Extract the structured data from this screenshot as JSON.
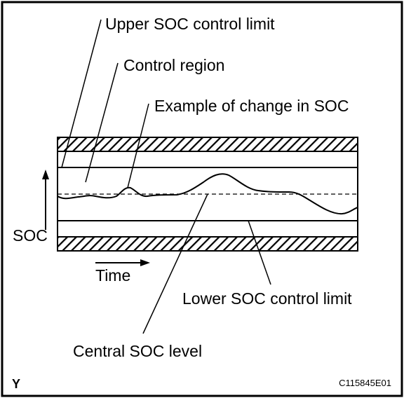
{
  "labels": {
    "upper_limit": "Upper SOC control limit",
    "control_region": "Control region",
    "soc_change_example": "Example of change in SOC",
    "soc_axis": "SOC",
    "time_axis": "Time",
    "lower_limit": "Lower SOC control limit",
    "central_level": "Central SOC level"
  },
  "footer": {
    "corner_id": "Y",
    "figure_code": "C115845E01"
  },
  "colors": {
    "line": "#000000",
    "background": "#ffffff"
  }
}
